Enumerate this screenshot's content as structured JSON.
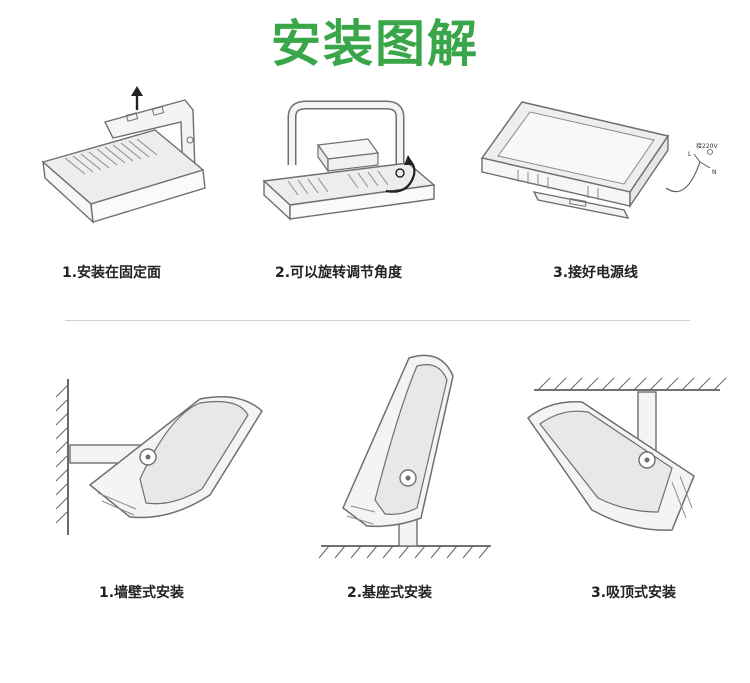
{
  "title": "安装图解",
  "colors": {
    "title": "#3aa64a",
    "line": "#6f6f6f",
    "fill": "#f4f4f4",
    "dark": "#8a8a8a"
  },
  "steps": [
    {
      "label": "1.安装在固定面"
    },
    {
      "label": "2.可以旋转调节角度"
    },
    {
      "label": "3.接好电源线"
    }
  ],
  "wire": {
    "l": "L",
    "n": "N",
    "voltage": "接220V"
  },
  "mounts": [
    {
      "label": "1.墙壁式安装"
    },
    {
      "label": "2.基座式安装"
    },
    {
      "label": "3.吸顶式安装"
    }
  ]
}
